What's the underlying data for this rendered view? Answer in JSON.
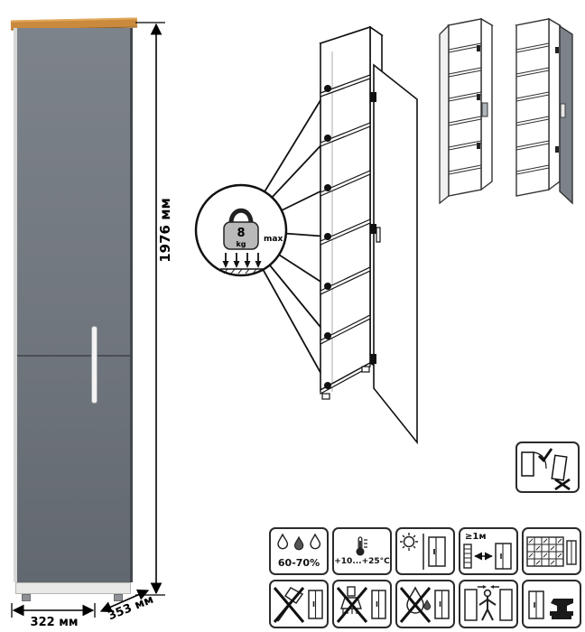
{
  "dimensions": {
    "height": "1976 мм",
    "width": "322 мм",
    "depth": "353 мм"
  },
  "weight_limit": {
    "value": "8",
    "unit": "kg",
    "qualifier": "max"
  },
  "care": {
    "humidity": "60-70%",
    "temperature": "+10...+25°C",
    "min_distance": "≥1м"
  },
  "colors": {
    "cabinet_gray": "#70767d",
    "wood_top": "#c98a3e",
    "door_panel_gray": "#7c828a"
  },
  "icon_names": {
    "weight": "kettlebell-weight-icon",
    "humidity": "water-drops-icon",
    "temperature": "thermometer-icon",
    "sunlight": "sun-protection-icon",
    "distance": "heat-distance-icon",
    "wall_grid": "vent-grid-icon",
    "no_axe": "no-sharp-tools-icon",
    "no_scraper": "no-abrasive-icon",
    "no_wet": "no-wet-cleaning-icon",
    "carry": "carry-upright-icon",
    "no_press": "no-heavy-load-icon",
    "door_fit": "door-mounting-check-icon"
  }
}
